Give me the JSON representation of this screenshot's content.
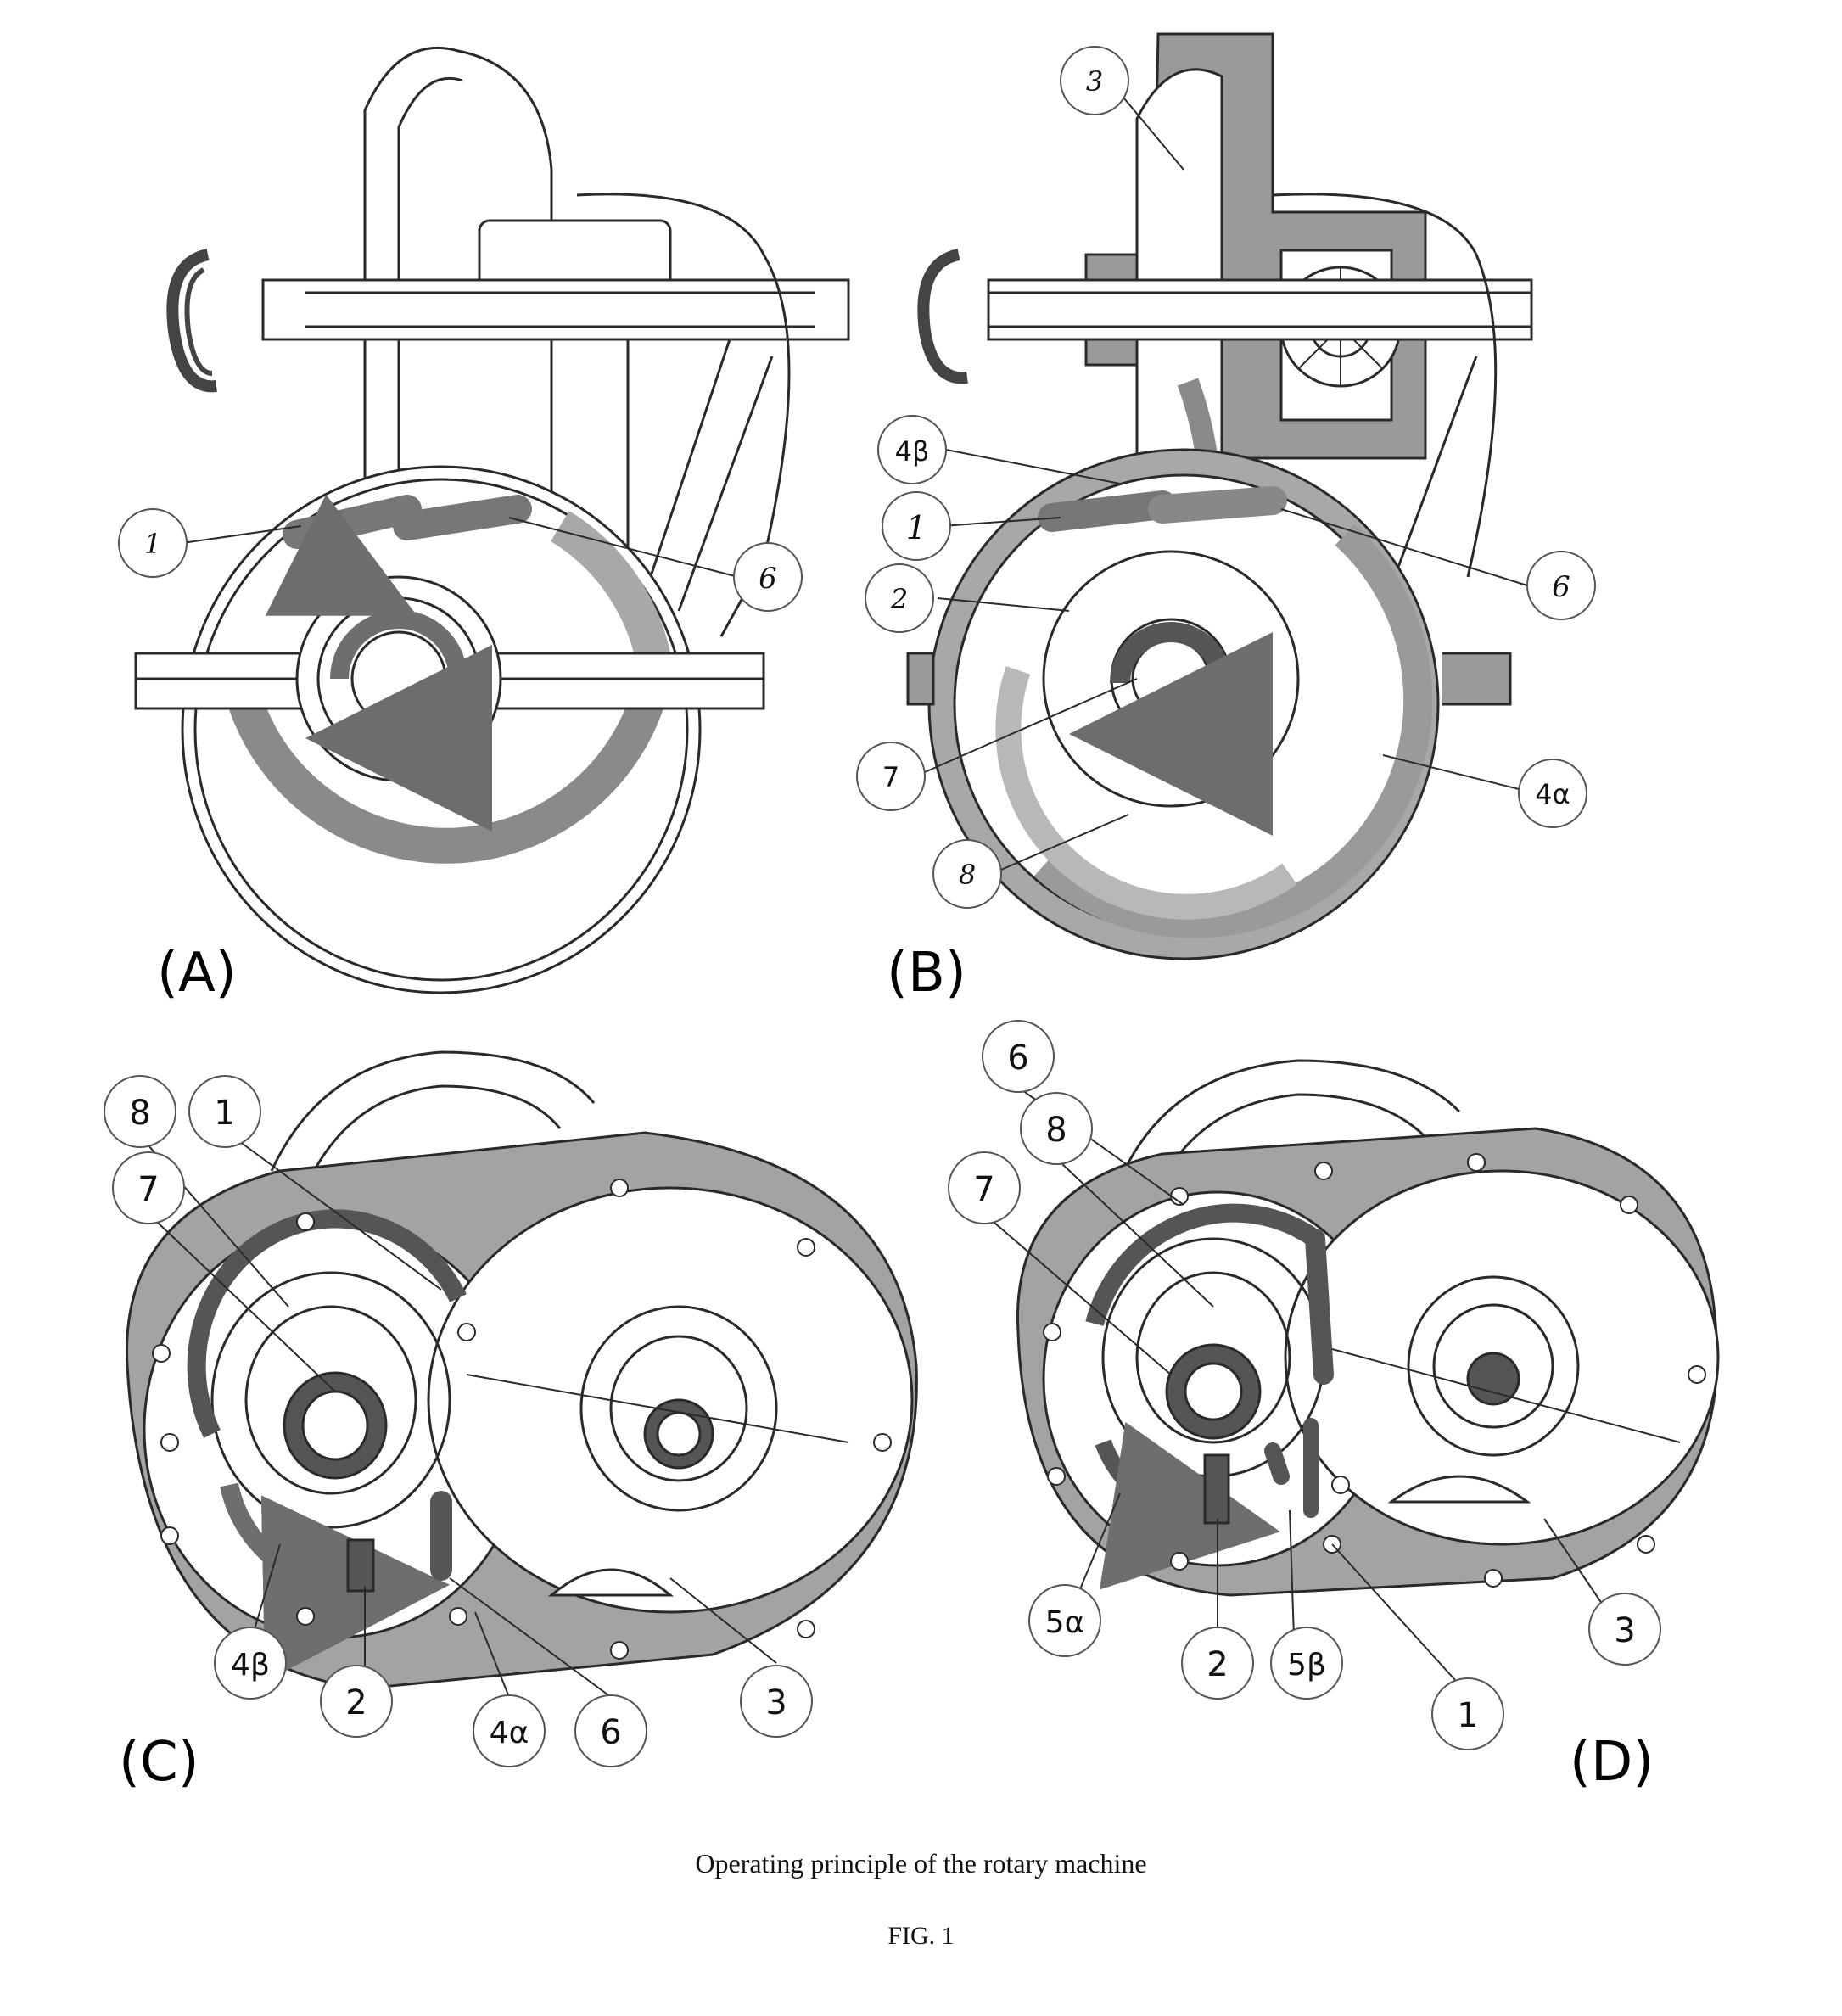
{
  "caption": "Operating principle of the rotary machine",
  "figure_number": "FIG. 1",
  "panels": [
    {
      "id": "A",
      "letter": "(A)",
      "labels": [
        "1",
        "6"
      ]
    },
    {
      "id": "B",
      "letter": "(B)",
      "labels": [
        "3",
        "4β",
        "1",
        "2",
        "6",
        "7",
        "4α",
        "8"
      ]
    },
    {
      "id": "C",
      "letter": "(C)",
      "labels": [
        "8",
        "1",
        "7",
        "4β",
        "2",
        "4α",
        "6",
        "3"
      ]
    },
    {
      "id": "D",
      "letter": "(D)",
      "labels": [
        "6",
        "8",
        "7",
        "5α",
        "2",
        "5β",
        "1",
        "3"
      ]
    }
  ],
  "colors": {
    "line": "#2a2a2a",
    "housing_gray": "#9a9a9a",
    "arrow_gray": "#7a7a7a",
    "light_gray": "#cfcfcf"
  }
}
